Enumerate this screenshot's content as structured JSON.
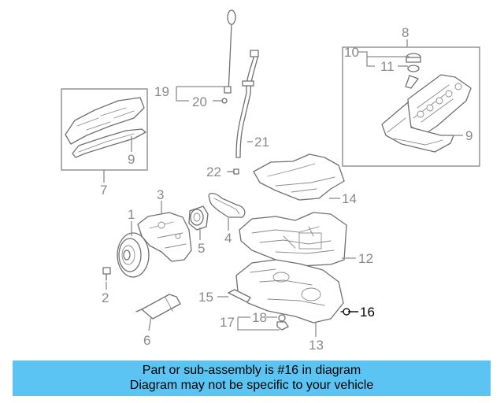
{
  "callouts": {
    "c1": "1",
    "c2": "2",
    "c3": "3",
    "c4": "4",
    "c5": "5",
    "c6": "6",
    "c7": "7",
    "c8": "8",
    "c9a": "9",
    "c9b": "9",
    "c10": "10",
    "c11": "11",
    "c12": "12",
    "c13": "13",
    "c14": "14",
    "c15": "15",
    "c16": "16",
    "c17": "17",
    "c18": "18",
    "c19": "19",
    "c20": "20",
    "c21": "21",
    "c22": "22"
  },
  "highlighted_part": "16",
  "banner": {
    "line1": "Part or sub-assembly is #16 in diagram",
    "line2": "Diagram may not be specific to your vehicle",
    "background": "#5bc4f2"
  }
}
